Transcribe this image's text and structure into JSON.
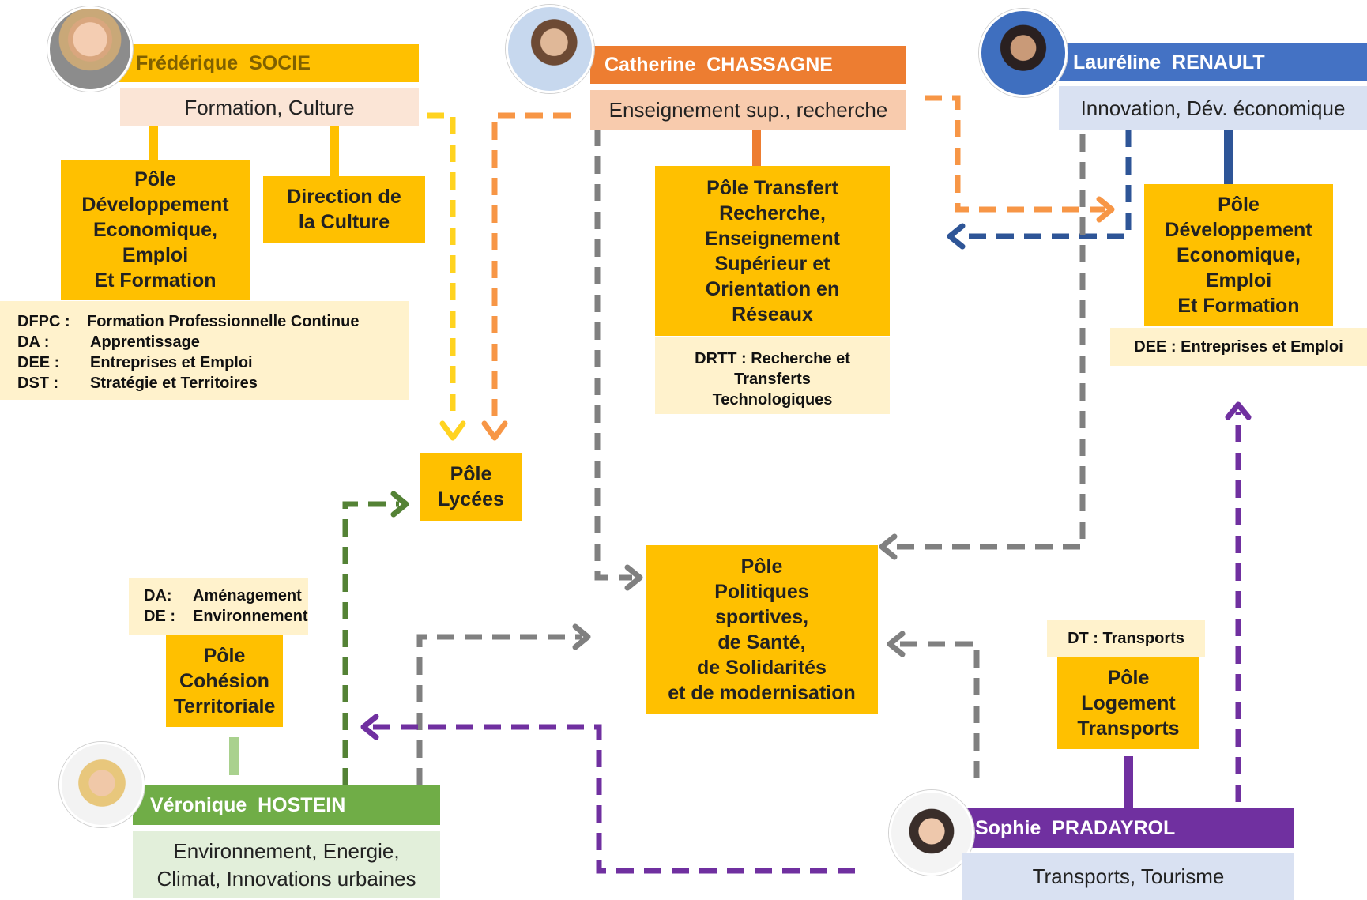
{
  "people": {
    "socie": {
      "name": "Frédérique  SOCIE",
      "role": "Formation, Culture"
    },
    "chassagne": {
      "name": "Catherine  CHASSAGNE",
      "role": "Enseignement sup., recherche"
    },
    "renault": {
      "name": "Lauréline  RENAULT",
      "role": "Innovation, Dév. économique"
    },
    "hostein": {
      "name": "Véronique  HOSTEIN",
      "role_line1": "Environnement, Energie,",
      "role_line2": "Climat, Innovations urbaines"
    },
    "pradayrol": {
      "name": "Sophie  PRADAYROL",
      "role": "Transports, Tourisme"
    }
  },
  "poles": {
    "dev_eco_left": "Pôle\nDéveloppement\nEconomique,\nEmploi\nEt Formation",
    "culture": "Direction de\nla Culture",
    "transfert": "Pôle Transfert\nRecherche,\nEnseignement\nSupérieur et\nOrientation en\nRéseaux",
    "dev_eco_right": "Pôle\nDéveloppement\nEconomique,\nEmploi\nEt Formation",
    "lycees": "Pôle\nLycées",
    "politiques": "Pôle\nPolitiques\nsportives,\nde Santé,\nde Solidarités\net de modernisation",
    "cohesion": "Pôle\nCohésion\nTerritoriale",
    "logement": "Pôle\nLogement\nTransports"
  },
  "directions": {
    "dev_eco_left": [
      {
        "code": "DFPC :",
        "label": "Formation Professionnelle Continue"
      },
      {
        "code": "DA :",
        "label": "Apprentissage"
      },
      {
        "code": "DEE :",
        "label": "Entreprises et Emploi"
      },
      {
        "code": "DST :",
        "label": "Stratégie et Territoires"
      }
    ],
    "transfert": [
      "DRTT : Recherche et",
      "Transferts",
      "Technologiques"
    ],
    "dev_eco_right": "DEE : Entreprises et Emploi",
    "cohesion": [
      {
        "code": "DA:",
        "label": "Aménagement"
      },
      {
        "code": "DE :",
        "label": "Environnement"
      }
    ],
    "logement": "DT : Transports"
  },
  "colors": {
    "pole": "#ffc000",
    "direction_bg": "#fff2cc",
    "socie": "#ffc000",
    "chassagne": "#ed7d31",
    "renault": "#4472c4",
    "hostein": "#70ad47",
    "pradayrol": "#7030a0",
    "gray_arrow": "#808080",
    "socie_arrow": "#ffd320",
    "chassagne_arrow": "#f79646",
    "renault_arrow": "#2e5597",
    "hostein_arrow": "#548235",
    "pradayrol_arrow": "#7030a0"
  }
}
